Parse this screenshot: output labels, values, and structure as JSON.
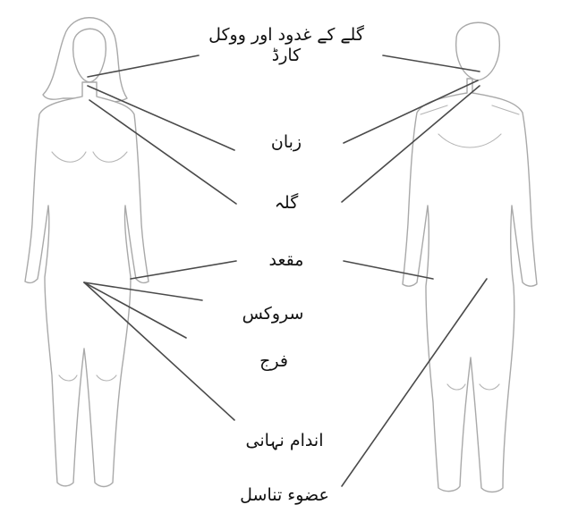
{
  "labels": {
    "throat_glands_vocal_cords": "گلے کے غدود اور ووکل کارڈ",
    "tongue": "زبان",
    "throat": "گلہ",
    "anus": "مقعد",
    "cervix": "سروکس",
    "vagina": "فرج",
    "vulva": "اندام نہانی",
    "penis": "عضوء تناسل"
  },
  "colors": {
    "outline": "#a9a9a9",
    "leader_line": "#4a4a4a",
    "text": "#111111",
    "background": "#ffffff"
  }
}
